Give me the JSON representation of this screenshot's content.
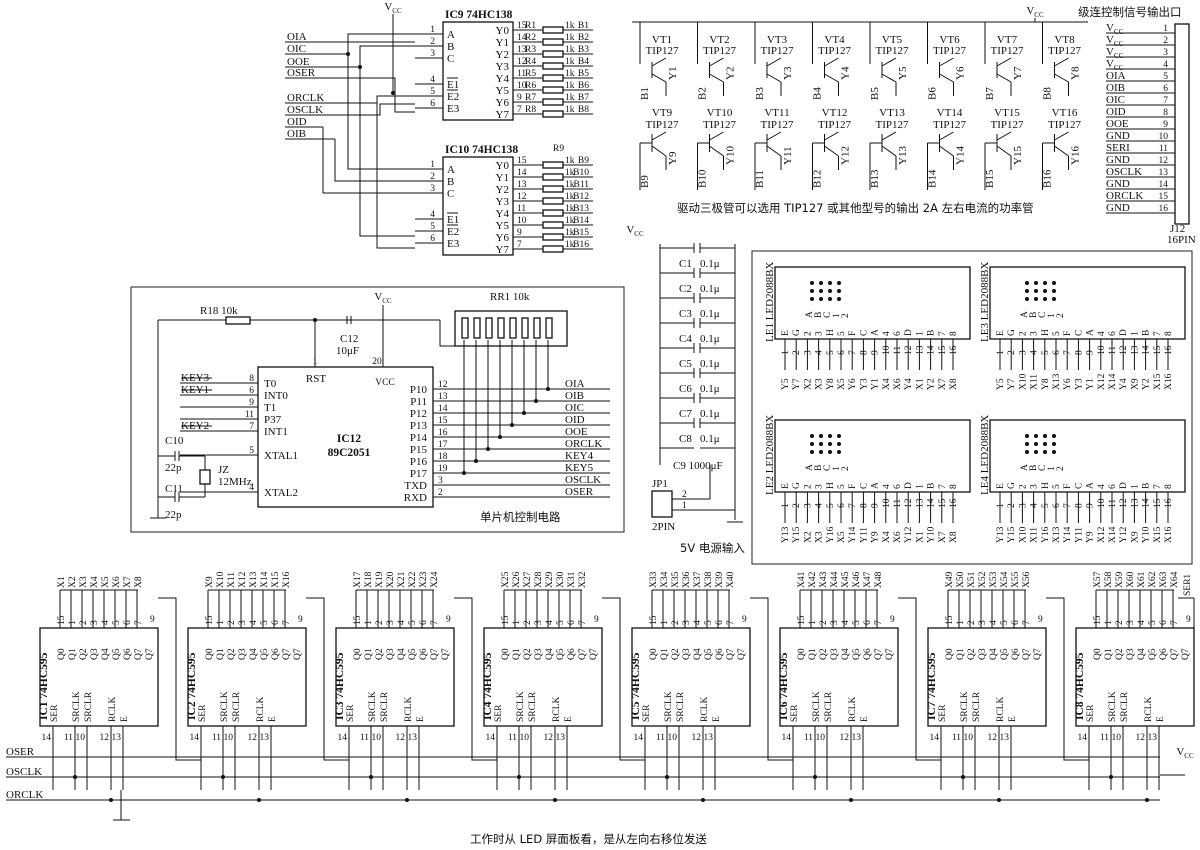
{
  "ic9": {
    "title": "IC9 74HC138",
    "inputs": [
      "A",
      "B",
      "C",
      "E1",
      "E2",
      "E3"
    ],
    "input_pins": [
      "1",
      "2",
      "3",
      "4",
      "5",
      "6"
    ],
    "outputs": [
      "Y0",
      "Y1",
      "Y2",
      "Y3",
      "Y4",
      "Y5",
      "Y6",
      "Y7"
    ],
    "output_pins": [
      "15",
      "14",
      "13",
      "12",
      "11",
      "10",
      "9",
      "7"
    ],
    "resistors": [
      "R1",
      "R2",
      "R3",
      "R4",
      "R5",
      "R6",
      "R7",
      "R8"
    ],
    "res_value": "1k",
    "bases": [
      "B1",
      "B2",
      "B3",
      "B4",
      "B5",
      "B6",
      "B7",
      "B8"
    ],
    "signals": [
      "OIA",
      "OIC",
      "OOE",
      "OSER",
      "ORCLK",
      "OSCLK",
      "OID",
      "OIB"
    ]
  },
  "ic10": {
    "title": "IC10 74HC138",
    "inputs": [
      "A",
      "B",
      "C",
      "E1",
      "E2",
      "E3"
    ],
    "input_pins": [
      "1",
      "2",
      "3",
      "4",
      "5",
      "6"
    ],
    "outputs": [
      "Y0",
      "Y1",
      "Y2",
      "Y3",
      "Y4",
      "Y5",
      "Y6",
      "Y7"
    ],
    "output_pins": [
      "15",
      "14",
      "13",
      "12",
      "11",
      "10",
      "9",
      "7"
    ],
    "res_label": "R9",
    "res_value": "1k",
    "bases": [
      "B9",
      "B10",
      "B11",
      "B12",
      "B13",
      "B14",
      "B15",
      "B16"
    ]
  },
  "vcc": "V",
  "vcc_sub": "CC",
  "transistors": {
    "top_labels": [
      "VT1",
      "VT2",
      "VT3",
      "VT4",
      "VT5",
      "VT6",
      "VT7",
      "VT8"
    ],
    "bottom_labels": [
      "VT9",
      "VT10",
      "VT11",
      "VT12",
      "VT13",
      "VT14",
      "VT15",
      "VT16"
    ],
    "model": "TIP127",
    "top_bases": [
      "B1",
      "B2",
      "B3",
      "B4",
      "B5",
      "B6",
      "B7",
      "B8"
    ],
    "top_outputs": [
      "Y1",
      "Y2",
      "Y3",
      "Y4",
      "Y5",
      "Y6",
      "Y7",
      "Y8"
    ],
    "bottom_bases": [
      "B9",
      "B10",
      "B11",
      "B12",
      "B13",
      "B14",
      "B15",
      "B16"
    ],
    "bottom_outputs": [
      "Y9",
      "Y10",
      "Y11",
      "Y12",
      "Y13",
      "Y14",
      "Y15",
      "Y16"
    ],
    "note": "驱动三极管可以选用 TIP127 或其他型号的输出 2A 左右电流的功率管"
  },
  "j12": {
    "title": "级连控制信号输出口",
    "label": "J12",
    "sublabel": "16PIN",
    "pins": [
      {
        "n": "1",
        "s": "V",
        "sub": "CC"
      },
      {
        "n": "2",
        "s": "V",
        "sub": "CC"
      },
      {
        "n": "3",
        "s": "V",
        "sub": "CC"
      },
      {
        "n": "4",
        "s": "V",
        "sub": "CC"
      },
      {
        "n": "5",
        "s": "OIA",
        "sub": ""
      },
      {
        "n": "6",
        "s": "OIB",
        "sub": ""
      },
      {
        "n": "7",
        "s": "OIC",
        "sub": ""
      },
      {
        "n": "8",
        "s": "OID",
        "sub": ""
      },
      {
        "n": "9",
        "s": "OOE",
        "sub": ""
      },
      {
        "n": "10",
        "s": "GND",
        "sub": ""
      },
      {
        "n": "11",
        "s": "SERI",
        "sub": ""
      },
      {
        "n": "12",
        "s": "GND",
        "sub": ""
      },
      {
        "n": "13",
        "s": "OSCLK",
        "sub": ""
      },
      {
        "n": "14",
        "s": "GND",
        "sub": ""
      },
      {
        "n": "15",
        "s": "ORCLK",
        "sub": ""
      },
      {
        "n": "16",
        "s": "GND",
        "sub": ""
      }
    ]
  },
  "mcu": {
    "title": "单片机控制电路",
    "chip_name": "IC12",
    "chip_model": "89C2051",
    "r18": "R18 10k",
    "c12": "C12",
    "c12_value": "10μF",
    "rr1": "RR1 10k",
    "c10": "C10",
    "c10_value": "22p",
    "c11": "C11",
    "c11_value": "22p",
    "crystal": "JZ",
    "crystal_value": "12MHz",
    "left_pins": [
      {
        "n": "8",
        "name": "T0",
        "sig": "KEY3"
      },
      {
        "n": "6",
        "name": "INT0",
        "sig": "KEY1"
      },
      {
        "n": "9",
        "name": "T1",
        "sig": ""
      },
      {
        "n": "11",
        "name": "P37",
        "sig": ""
      },
      {
        "n": "7",
        "name": "INT1",
        "sig": "KEY2"
      },
      {
        "n": "5",
        "name": "XTAL1",
        "sig": ""
      },
      {
        "n": "4",
        "name": "XTAL2",
        "sig": ""
      }
    ],
    "top_pins": [
      {
        "n": "1",
        "name": "RST"
      },
      {
        "n": "20",
        "name": "VCC"
      }
    ],
    "right_pins": [
      {
        "n": "12",
        "name": "P10",
        "sig": "OIA"
      },
      {
        "n": "13",
        "name": "P11",
        "sig": "OIB"
      },
      {
        "n": "14",
        "name": "P12",
        "sig": "OIC"
      },
      {
        "n": "15",
        "name": "P13",
        "sig": "OID"
      },
      {
        "n": "16",
        "name": "P14",
        "sig": "OOE"
      },
      {
        "n": "17",
        "name": "P15",
        "sig": "ORCLK"
      },
      {
        "n": "18",
        "name": "P16",
        "sig": "KEY4"
      },
      {
        "n": "19",
        "name": "P17",
        "sig": "KEY5"
      },
      {
        "n": "3",
        "name": "TXD",
        "sig": "OSCLK"
      },
      {
        "n": "2",
        "name": "RXD",
        "sig": "OSER"
      }
    ]
  },
  "power": {
    "caps": [
      "C1",
      "C2",
      "C3",
      "C4",
      "C5",
      "C6",
      "C7",
      "C8"
    ],
    "cap_value": "0.1μ",
    "c9": "C9 1000μF",
    "jp1": "JP1",
    "jp1_type": "2PIN",
    "pins": [
      "2",
      "1"
    ],
    "label": "5V 电源输入"
  },
  "led_matrix": {
    "modules": [
      "LE1 LED2088BX",
      "LE3 LED2088BX",
      "LE2 LED2088BX",
      "LE4 LED2088BX"
    ],
    "dots_labels": [
      "A",
      "B",
      "C",
      "1",
      "2"
    ],
    "pin_numbers": [
      "1",
      "2",
      "3",
      "4",
      "5",
      "6",
      "7",
      "8",
      "9",
      "10",
      "11",
      "12",
      "13",
      "14",
      "15",
      "16"
    ],
    "pin_names": [
      "E",
      "G",
      "2",
      "3",
      "H",
      "5",
      "F",
      "C",
      "A",
      "4",
      "6",
      "D",
      "1",
      "B",
      "7",
      "8"
    ],
    "signals": [
      [
        "Y5",
        "Y7",
        "X2",
        "X3",
        "Y8",
        "X5",
        "Y6",
        "Y3",
        "Y1",
        "X4",
        "X6",
        "Y4",
        "X1",
        "Y2",
        "X7",
        "X8"
      ],
      [
        "Y5",
        "Y7",
        "X10",
        "X11",
        "Y8",
        "X13",
        "Y6",
        "Y3",
        "Y1",
        "X12",
        "X14",
        "Y4",
        "X9",
        "Y2",
        "X15",
        "X16"
      ],
      [
        "Y13",
        "Y15",
        "X2",
        "X3",
        "Y16",
        "X5",
        "Y14",
        "Y11",
        "Y9",
        "X4",
        "X6",
        "Y12",
        "X1",
        "Y10",
        "X7",
        "X8"
      ],
      [
        "Y13",
        "Y15",
        "X10",
        "X11",
        "Y16",
        "X13",
        "Y14",
        "Y11",
        "Y9",
        "X12",
        "X14",
        "Y12",
        "X9",
        "Y10",
        "X15",
        "X16"
      ]
    ]
  },
  "shift": {
    "chips": [
      "IC1 74HC595",
      "IC2 74HC595",
      "IC3 74HC595",
      "IC4 74HC595",
      "IC5 74HC595",
      "IC6 74HC595",
      "IC7 74HC595",
      "IC8 74HC595"
    ],
    "outputs": [
      "Q0",
      "Q1",
      "Q2",
      "Q3",
      "Q4",
      "Q5",
      "Q6",
      "Q7"
    ],
    "out_pins": [
      "15",
      "1",
      "2",
      "3",
      "4",
      "5",
      "6",
      "7"
    ],
    "x_labels": [
      [
        "X1",
        "X2",
        "X3",
        "X4",
        "X5",
        "X6",
        "X7",
        "X8"
      ],
      [
        "X9",
        "X10",
        "X11",
        "X12",
        "X13",
        "X14",
        "X15",
        "X16"
      ],
      [
        "X17",
        "X18",
        "X19",
        "X20",
        "X21",
        "X22",
        "X23",
        "X24"
      ],
      [
        "X25",
        "X26",
        "X27",
        "X28",
        "X29",
        "X30",
        "X31",
        "X32"
      ],
      [
        "X33",
        "X34",
        "X35",
        "X36",
        "X37",
        "X38",
        "X39",
        "X40"
      ],
      [
        "X41",
        "X42",
        "X43",
        "X44",
        "X45",
        "X46",
        "X47",
        "X48"
      ],
      [
        "X49",
        "X50",
        "X51",
        "X52",
        "X53",
        "X54",
        "X55",
        "X56"
      ],
      [
        "X57",
        "X58",
        "X59",
        "X60",
        "X61",
        "X62",
        "X63",
        "X64"
      ]
    ],
    "q7": "Q7",
    "q7_pin": "9",
    "in_pins": [
      "SER",
      "SRCLK",
      "SRCLR",
      "RCLK",
      "E"
    ],
    "in_nums": [
      "14",
      "11",
      "10",
      "12",
      "13"
    ],
    "signals": [
      "OSER",
      "OSCLK",
      "ORCLK"
    ],
    "ser_out": "SER1",
    "note": "工作时从 LED 屏面板看，是从左向右移位发送"
  }
}
